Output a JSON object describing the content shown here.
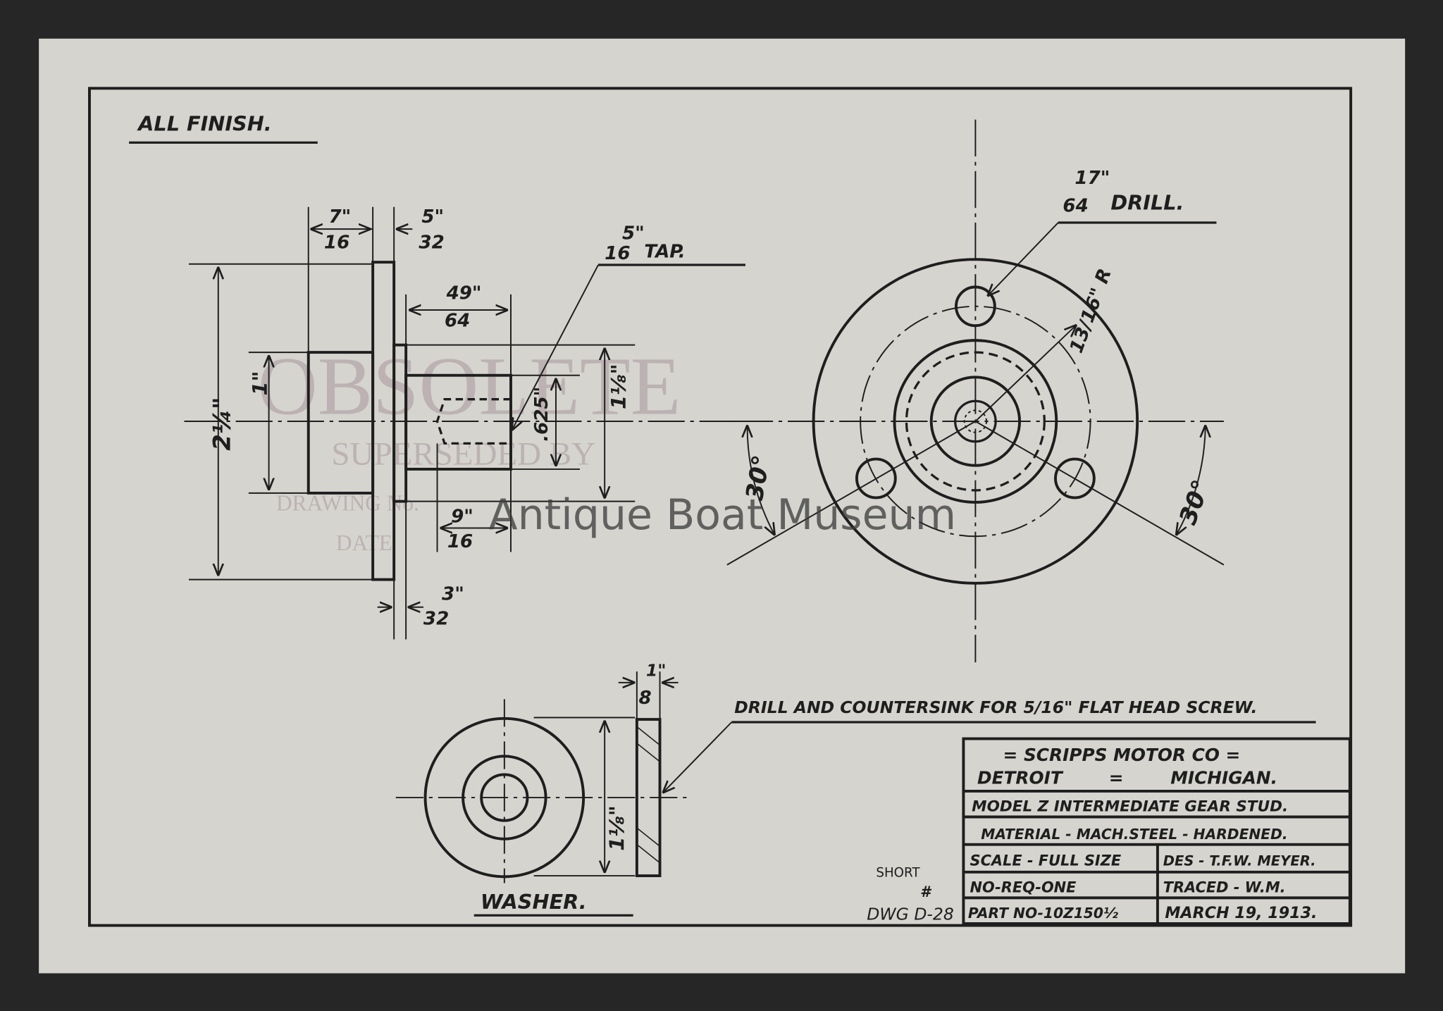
{
  "notes": {
    "all_finish": "ALL FINISH.",
    "drill": "DRILL.",
    "drill_size_num": "17\"",
    "drill_size_den": "64",
    "tap": "TAP.",
    "tap_num": "5\"",
    "tap_den": "16",
    "countersink": "DRILL AND COUNTERSINK FOR 5/16\" FLAT HEAD SCREW.",
    "washer": "WASHER.",
    "short": "SHORT",
    "hash": "#",
    "dwg": "DWG D-28"
  },
  "dimensions": {
    "d_7_16": [
      "7\"",
      "16"
    ],
    "d_5_32": [
      "5\"",
      "32"
    ],
    "d_49_64": [
      "49\"",
      "64"
    ],
    "d_2_1_4": "2¼\"",
    "d_1": "1\"",
    "d_1_1_8": "1⅛\"",
    "d_625": ".625\"",
    "d_9_16": [
      "9\"",
      "16"
    ],
    "d_3_32": [
      "3\"",
      "32"
    ],
    "d_13_16_r": "13/16\" R",
    "angle_left": "30°",
    "angle_right": "30°",
    "washer_1_8": [
      "1\"",
      "8"
    ],
    "washer_1_1_8": "1⅛\""
  },
  "stamp": {
    "line1": "OBSOLETE",
    "line2": "SUPERSEDED BY",
    "line3": "DRAWING No.",
    "line4": "DATE"
  },
  "title_block": {
    "company": "= SCRIPPS MOTOR CO =",
    "city": "DETROIT",
    "sep": "=",
    "state": "MICHIGAN.",
    "part_name": "MODEL Z INTERMEDIATE GEAR STUD.",
    "material": "MATERIAL - MACH.STEEL - HARDENED.",
    "scale": "SCALE - FULL SIZE",
    "designer": "DES - T.F.W. MEYER.",
    "quantity": "NO-REQ-ONE",
    "traced": "TRACED - W.M.",
    "part_no": "PART NO-10Z150½",
    "date": "MARCH 19, 1913."
  },
  "watermark": "Antique Boat Museum",
  "colors": {
    "paper": "#d5d4cf",
    "ink": "#1e1e1e",
    "background": "#262626"
  }
}
